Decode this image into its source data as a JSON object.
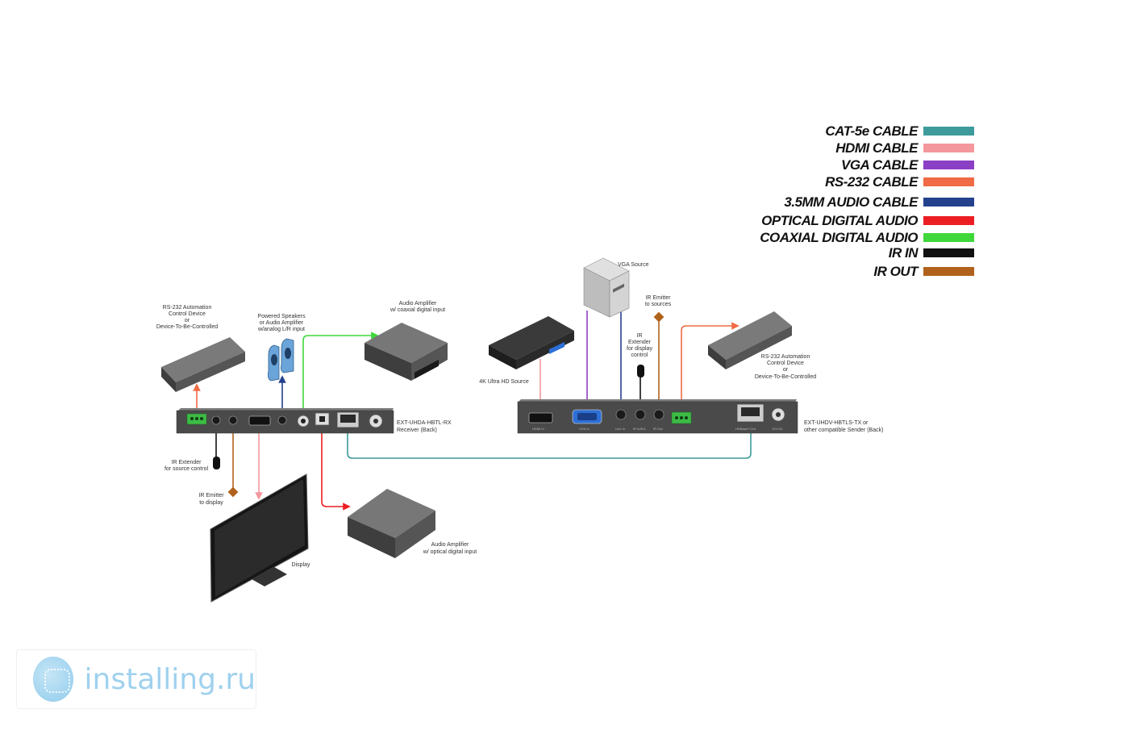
{
  "legend": [
    {
      "label": "CAT-5e CABLE",
      "color": "#3e9b9b"
    },
    {
      "label": "HDMI CABLE",
      "color": "#f4979d"
    },
    {
      "label": "VGA CABLE",
      "color": "#8a3fc4"
    },
    {
      "label": "RS-232 CABLE",
      "color": "#f06b45"
    },
    {
      "label": "3.5MM AUDIO CABLE",
      "color": "#24418e"
    },
    {
      "label": "OPTICAL DIGITAL AUDIO",
      "color": "#ec1e24"
    },
    {
      "label": "COAXIAL DIGITAL AUDIO",
      "color": "#3fd83c"
    },
    {
      "label": "IR IN",
      "color": "#111111"
    },
    {
      "label": "IR OUT",
      "color": "#b0621c"
    }
  ],
  "labels": {
    "rs232_rx_1": "RS-232 Automation",
    "rs232_rx_2": "Control Device",
    "rs232_rx_3": "or",
    "rs232_rx_4": "Device-To-Be-Controlled",
    "speakers_1": "Powered Speakers",
    "speakers_2": "or Audio Amplifier",
    "speakers_3": "w/analog L/R input",
    "amp_coax_1": "Audio Amplifier",
    "amp_coax_2": "w/ coaxial digital input",
    "vga_source": "VGA Source",
    "ir_emitter_src_1": "IR Emitter",
    "ir_emitter_src_2": "to sources",
    "ir_ext_disp_1": "IR",
    "ir_ext_disp_2": "Extender",
    "ir_ext_disp_3": "for display",
    "ir_ext_disp_4": "control",
    "source_4k": "4K Ultra HD Source",
    "rs232_tx_1": "RS-232 Automation",
    "rs232_tx_2": "Control Device",
    "rs232_tx_3": "or",
    "rs232_tx_4": "Device-To-Be-Controlled",
    "rx_name_1": "EXT-UHDA-HBTL-RX",
    "rx_name_2": "Receiver (Back)",
    "tx_name_1": "EXT-UHDV-HBTLS-TX or",
    "tx_name_2": "other compatible Sender (Back)",
    "ir_ext_src_1": "IR Extender",
    "ir_ext_src_2": "for source control",
    "ir_emitter_disp_1": "IR Emitter",
    "ir_emitter_disp_2": "to display",
    "display": "Display",
    "amp_opt_1": "Audio Amplifier",
    "amp_opt_2": "w/ optical digital input"
  },
  "port_labels": {
    "hdmi_in": "HDMI In",
    "vga_in": "VGA In",
    "line_in": "Line In",
    "ir_in_ext": "IR In/Ext",
    "ir_out": "IR Out",
    "hdbaset_out": "HDBaseT Out",
    "power": "12V DC"
  },
  "watermark": {
    "text": "installing.ru",
    "icon": "logo-icon"
  }
}
